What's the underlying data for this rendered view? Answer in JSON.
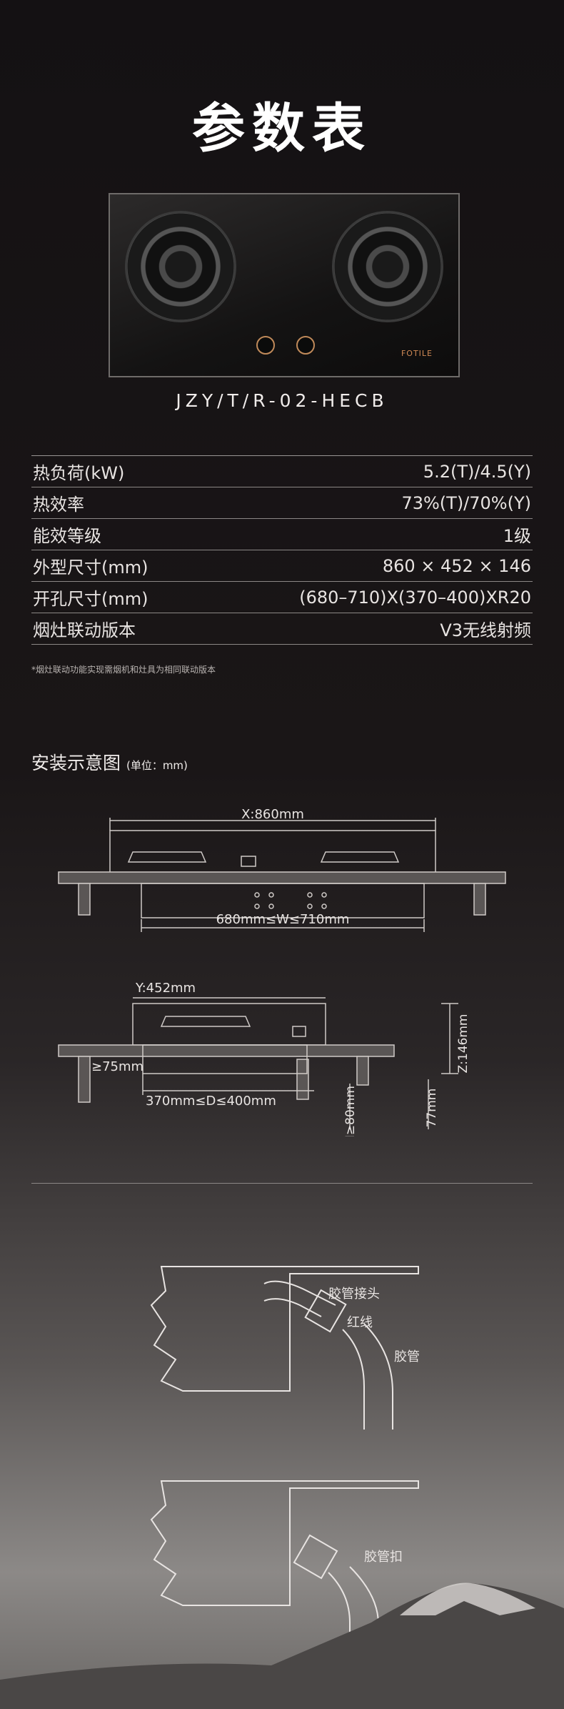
{
  "page": {
    "title": "参数表",
    "model": "JZY/T/R-02-HECB",
    "brand_logo_text": "FOTILE"
  },
  "specs": [
    {
      "label": "热负荷(kW)",
      "value": "5.2(T)/4.5(Y)"
    },
    {
      "label": "热效率",
      "value": "73%(T)/70%(Y)"
    },
    {
      "label": "能效等级",
      "value": "1级"
    },
    {
      "label": "外型尺寸(mm)",
      "value": "860 × 452 × 146"
    },
    {
      "label": "开孔尺寸(mm)",
      "value": "(680–710)X(370–400)XR20"
    },
    {
      "label": "烟灶联动版本",
      "value": "V3无线射频"
    }
  ],
  "note": "*烟灶联动功能实现需烟机和灶具为相同联动版本",
  "install": {
    "title": "安装示意图",
    "unit": "(单位：mm)",
    "front_view": {
      "width_label": "X:860mm",
      "cutout_label": "680mm≤W≤710mm"
    },
    "side_view": {
      "depth_label": "Y:452mm",
      "edge_label": "≥75mm",
      "cutout_label": "370mm≤D≤400mm",
      "height_label": "Z:146mm",
      "clearance_label": "H≥80mm",
      "below_label": "77mm"
    }
  },
  "hose": {
    "connector_label": "胶管接头",
    "red_line_label": "红线",
    "hose_label": "胶管",
    "clamp_label": "胶管扣"
  }
}
